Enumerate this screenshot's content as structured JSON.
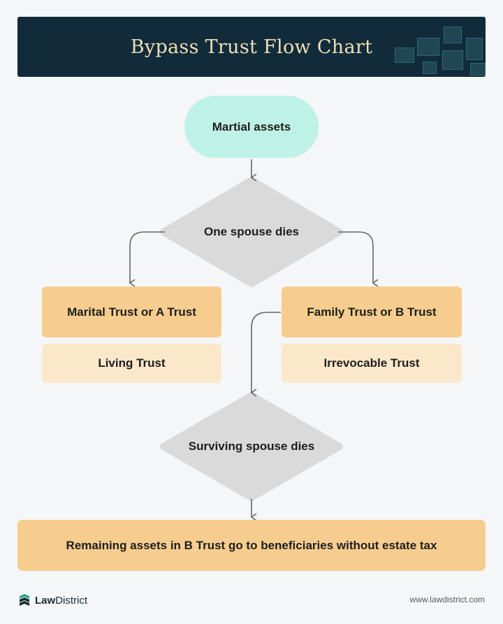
{
  "header": {
    "title": "Bypass Trust Flow Chart"
  },
  "nodes": {
    "start": "Martial assets",
    "decision1": "One spouse dies",
    "left_main": "Marital Trust or A Trust",
    "left_sub": "Living Trust",
    "right_main": "Family Trust or B Trust",
    "right_sub": "Irrevocable Trust",
    "decision2": "Surviving spouse dies",
    "end": "Remaining assets in B Trust go to beneficiaries without estate tax"
  },
  "footer": {
    "brand_bold": "Law",
    "brand_rest": "District",
    "url": "www.lawdistrict.com"
  },
  "colors": {
    "header_bg": "#112b3a",
    "title": "#f0dfb8",
    "start_fill": "#bff2e6",
    "decision_fill": "#dadada",
    "trust_fill": "#f6cd8e",
    "trust_sub_fill": "#fbe8cb",
    "arrow": "#666666"
  }
}
